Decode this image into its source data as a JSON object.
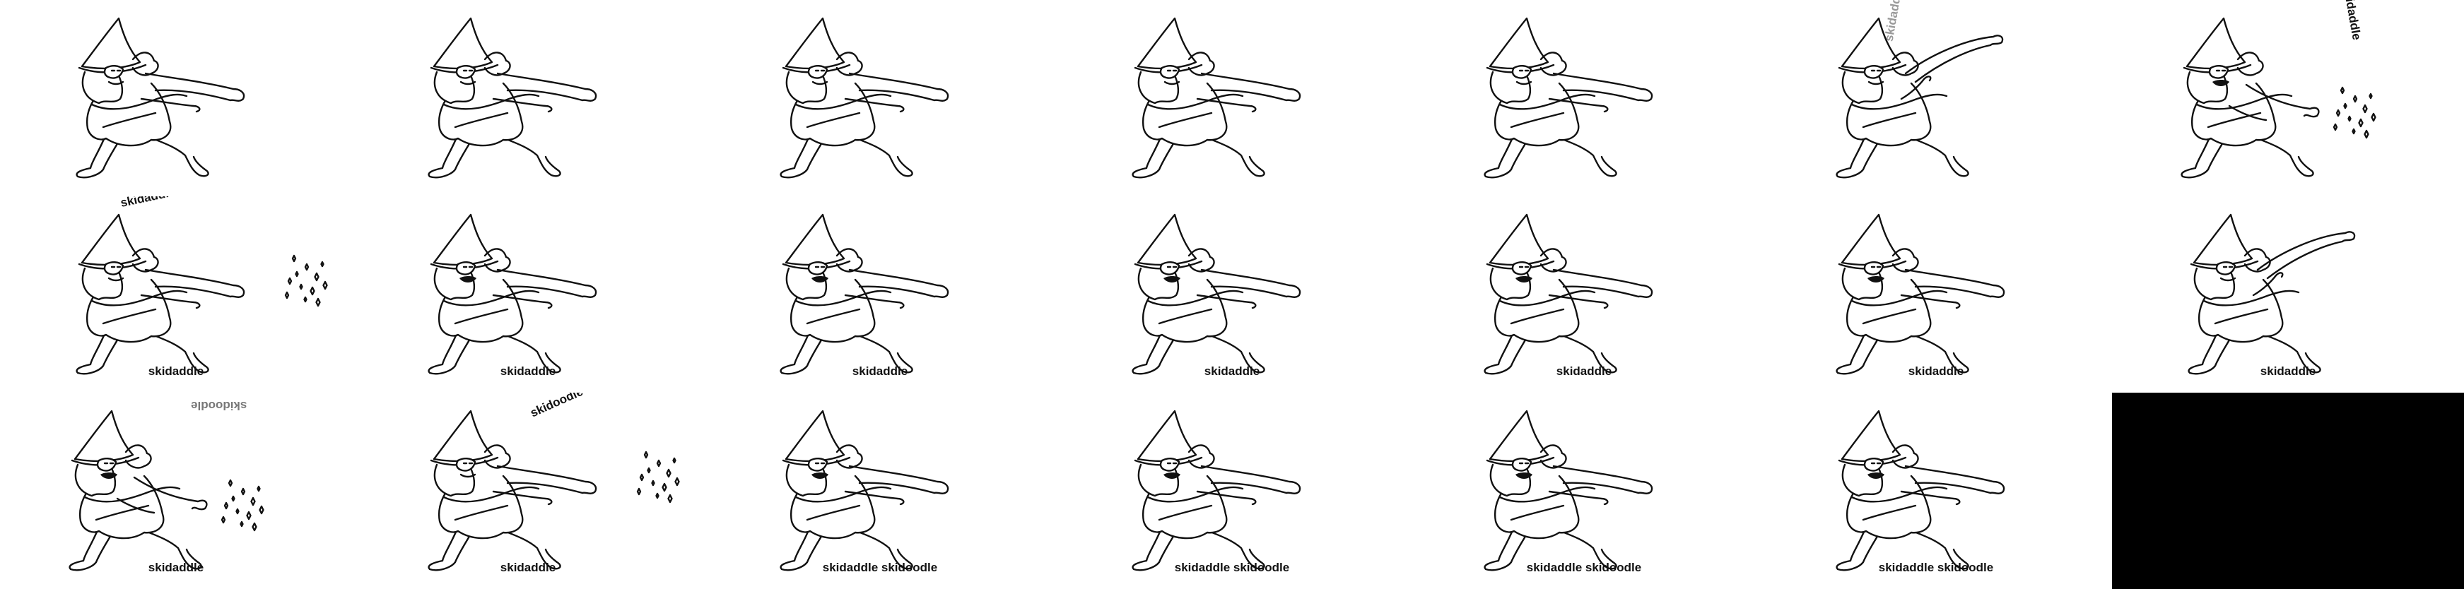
{
  "sheet": {
    "columns": 7,
    "rows": 3,
    "background": "#ffffff",
    "frames": [
      {
        "index": 0,
        "pose": "idle",
        "caption": "",
        "floating_word": "",
        "sparkles": false
      },
      {
        "index": 1,
        "pose": "idle",
        "caption": "",
        "floating_word": "",
        "sparkles": false
      },
      {
        "index": 2,
        "pose": "idle",
        "caption": "",
        "floating_word": "",
        "sparkles": false
      },
      {
        "index": 3,
        "pose": "idle",
        "caption": "",
        "floating_word": "",
        "sparkles": false
      },
      {
        "index": 4,
        "pose": "idle",
        "caption": "",
        "floating_word": "",
        "sparkles": false
      },
      {
        "index": 5,
        "pose": "raise",
        "caption": "",
        "floating_word": "skidaddle",
        "sparkles": false
      },
      {
        "index": 6,
        "pose": "cast",
        "caption": "",
        "floating_word": "skidaddle",
        "sparkles": true
      },
      {
        "index": 7,
        "pose": "idle",
        "caption": "skidaddle",
        "floating_word": "skidaddle",
        "sparkles": true
      },
      {
        "index": 8,
        "pose": "talk",
        "caption": "skidaddle",
        "floating_word": "",
        "sparkles": false
      },
      {
        "index": 9,
        "pose": "talk",
        "caption": "skidaddle",
        "floating_word": "",
        "sparkles": false
      },
      {
        "index": 10,
        "pose": "talk",
        "caption": "skidaddle",
        "floating_word": "",
        "sparkles": false
      },
      {
        "index": 11,
        "pose": "talk",
        "caption": "skidaddle",
        "floating_word": "",
        "sparkles": false
      },
      {
        "index": 12,
        "pose": "talk",
        "caption": "skidaddle",
        "floating_word": "",
        "sparkles": false
      },
      {
        "index": 13,
        "pose": "raise",
        "caption": "skidaddle",
        "floating_word": "",
        "sparkles": false
      },
      {
        "index": 14,
        "pose": "cast",
        "caption": "skidaddle",
        "floating_word": "skidoodle",
        "sparkles": true
      },
      {
        "index": 15,
        "pose": "idle",
        "caption": "skidaddle",
        "floating_word": "skidoodle",
        "sparkles": true
      },
      {
        "index": 16,
        "pose": "talk",
        "caption": "skidaddle skidoodle",
        "floating_word": "",
        "sparkles": false
      },
      {
        "index": 17,
        "pose": "talk",
        "caption": "skidaddle skidoodle",
        "floating_word": "",
        "sparkles": false
      },
      {
        "index": 18,
        "pose": "talk",
        "caption": "skidaddle skidoodle",
        "floating_word": "",
        "sparkles": false
      },
      {
        "index": 19,
        "pose": "talk",
        "caption": "skidaddle skidoodle",
        "floating_word": "",
        "sparkles": false
      },
      {
        "index": 20,
        "pose": "blank",
        "caption": "",
        "floating_word": "",
        "sparkles": false
      }
    ]
  },
  "colors": {
    "line": "#111111",
    "sparkle": "#f4f000",
    "ghost_text": "#999999",
    "blank_frame": "#000000"
  }
}
